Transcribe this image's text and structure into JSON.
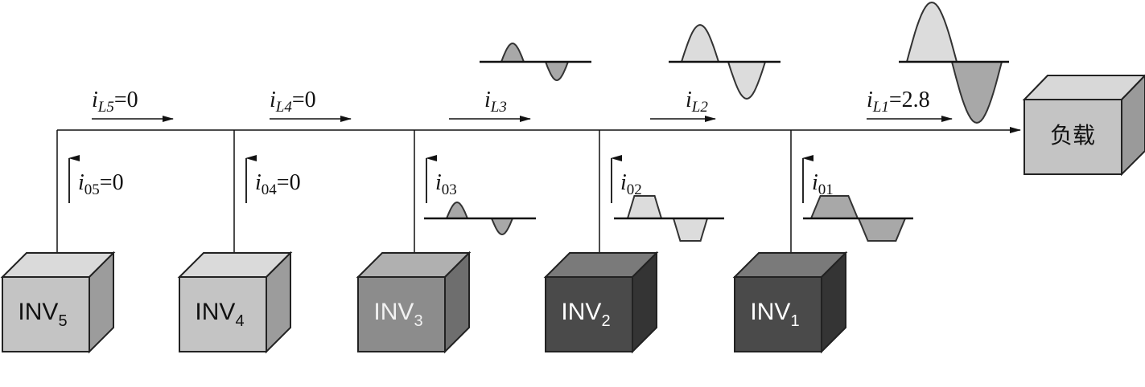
{
  "load": {
    "label": "负载"
  },
  "colors": {
    "box_light": "#c4c4c4",
    "box_medium": "#8c8c8c",
    "box_dark": "#4a4a4a",
    "wave_fill": "#a8a8a8",
    "wave_fill_light": "#dcdcdc"
  },
  "inverters": [
    {
      "name": "INV",
      "index": "5",
      "shade": "light",
      "current_name": "i",
      "current_sub": "05",
      "current_value": "=0"
    },
    {
      "name": "INV",
      "index": "4",
      "shade": "light",
      "current_name": "i",
      "current_sub": "04",
      "current_value": "=0"
    },
    {
      "name": "INV",
      "index": "3",
      "shade": "medium",
      "current_name": "i",
      "current_sub": "03",
      "current_value": ""
    },
    {
      "name": "INV",
      "index": "2",
      "shade": "dark",
      "current_name": "i",
      "current_sub": "02",
      "current_value": ""
    },
    {
      "name": "INV",
      "index": "1",
      "shade": "dark",
      "current_name": "i",
      "current_sub": "01",
      "current_value": ""
    }
  ],
  "line_currents": [
    {
      "name": "i",
      "sub": "L5",
      "value": "=0"
    },
    {
      "name": "i",
      "sub": "L4",
      "value": "=0"
    },
    {
      "name": "i",
      "sub": "L3",
      "value": ""
    },
    {
      "name": "i",
      "sub": "L2",
      "value": ""
    },
    {
      "name": "i",
      "sub": "L1",
      "value": "=2.8"
    }
  ]
}
